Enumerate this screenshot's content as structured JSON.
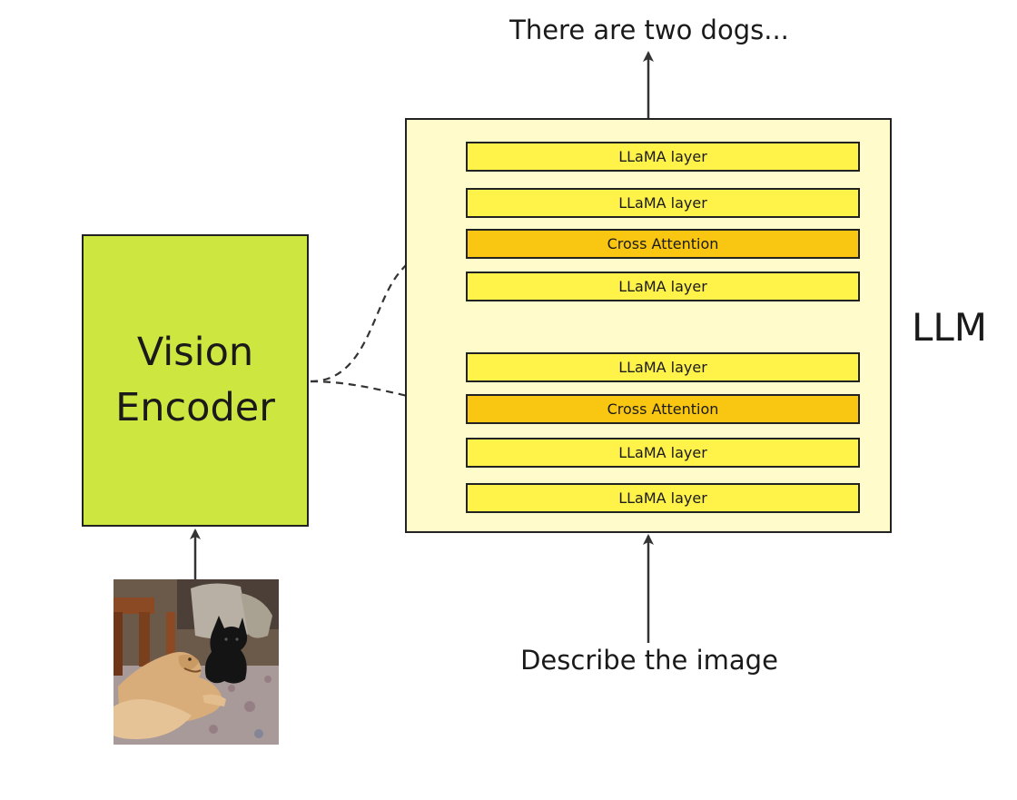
{
  "output_text": "There are two dogs...",
  "input_text": "Describe the image",
  "llm_label": "LLM",
  "vision_encoder": {
    "line1": "Vision",
    "line2": "Encoder"
  },
  "layers": [
    {
      "label": "LLaMA layer",
      "kind": "llama"
    },
    {
      "label": "LLaMA layer",
      "kind": "llama"
    },
    {
      "label": "Cross Attention",
      "kind": "cross"
    },
    {
      "label": "LLaMA layer",
      "kind": "llama"
    },
    {
      "label": "LLaMA layer",
      "kind": "llama"
    },
    {
      "label": "Cross Attention",
      "kind": "cross"
    },
    {
      "label": "LLaMA layer",
      "kind": "llama"
    },
    {
      "label": "LLaMA layer",
      "kind": "llama"
    }
  ],
  "colors": {
    "encoder_fill": "#cde640",
    "llm_fill": "#fffbcb",
    "llama_layer_fill": "#fff249",
    "cross_attention_fill": "#f9c611",
    "stroke": "#222222"
  },
  "image": {
    "description_icon": "dogs-photo"
  }
}
